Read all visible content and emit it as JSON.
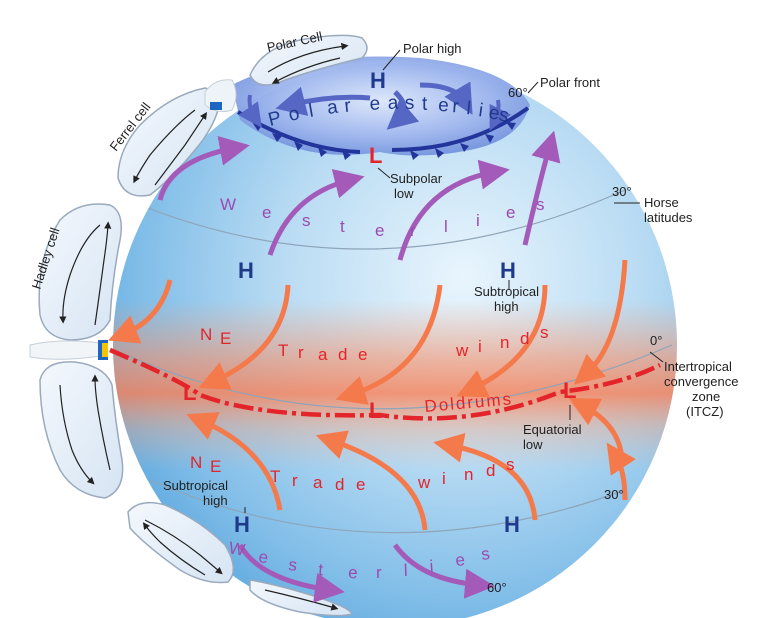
{
  "cells": {
    "polar": "Polar Cell",
    "ferrel": "Ferrel cell",
    "hadley": "Hadley cell"
  },
  "pressure": {
    "high": "H",
    "low": "L"
  },
  "labels": {
    "polar_high": "Polar high",
    "polar_front": "Polar front",
    "lat_60_top": "60°",
    "subpolar_low_1": "Subpolar",
    "subpolar_low_2": "low",
    "lat_30_top": "30°",
    "horse_1": "Horse",
    "horse_2": "latitudes",
    "subtropical_high_1": "Subtropical",
    "subtropical_high_2": "high",
    "lat_0": "0°",
    "itcz_1": "Intertropical",
    "itcz_2": "convergence",
    "itcz_3": "zone",
    "itcz_4": "(ITCZ)",
    "equatorial_low_1": "Equatorial",
    "equatorial_low_2": "low",
    "lat_30_bottom": "30°",
    "subtropical_high_s_1": "Subtropical",
    "subtropical_high_s_2": "high",
    "lat_60_bottom": "60°"
  },
  "winds": {
    "polar_easterlies": [
      "P",
      "o",
      "l",
      "a",
      "r",
      "e",
      "a",
      "s",
      "t",
      "e",
      "r",
      "l",
      "i",
      "e",
      "s"
    ],
    "westerlies_n": [
      "W",
      "e",
      "s",
      "t",
      "e",
      "r",
      "l",
      "i",
      "e",
      "s"
    ],
    "ne_trade": [
      "N",
      "E",
      "T",
      "r",
      "a",
      "d",
      "e",
      "w",
      "i",
      "n",
      "d",
      "s"
    ],
    "doldrums": "Doldrums",
    "se_trade": [
      "N",
      "E",
      "T",
      "r",
      "a",
      "d",
      "e",
      "w",
      "i",
      "n",
      "d",
      "s"
    ],
    "westerlies_s": [
      "W",
      "e",
      "s",
      "t",
      "e",
      "r",
      "l",
      "i",
      "e",
      "s"
    ]
  },
  "colors": {
    "high": "#1f3a8a",
    "low": "#e4242b",
    "westerly_arrow": "#a45ab8",
    "trade_arrow": "#f47a4c",
    "globe": "#8fc3e8"
  }
}
